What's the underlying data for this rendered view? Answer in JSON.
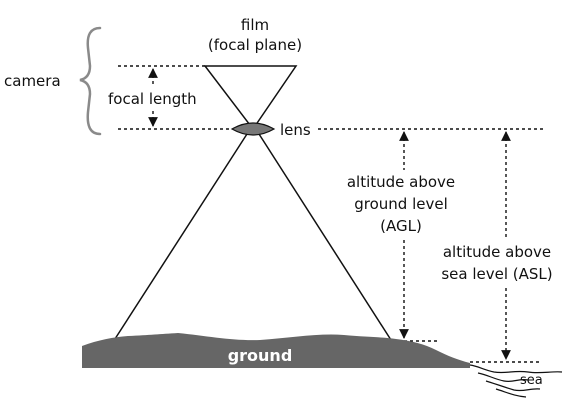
{
  "labels": {
    "film_line1": "film",
    "film_line2": "(focal plane)",
    "camera": "camera",
    "focal_length": "focal length",
    "lens": "lens",
    "agl_line1": "altitude above",
    "agl_line2": "ground level",
    "agl_line3": "(AGL)",
    "asl_line1": "altitude above",
    "asl_line2": "sea level (ASL)",
    "ground": "ground",
    "sea": "sea"
  },
  "colors": {
    "ground_fill": "#666666",
    "lens_fill": "#777777",
    "bracket_stroke": "#8a8a8a",
    "line_stroke": "#111111"
  }
}
